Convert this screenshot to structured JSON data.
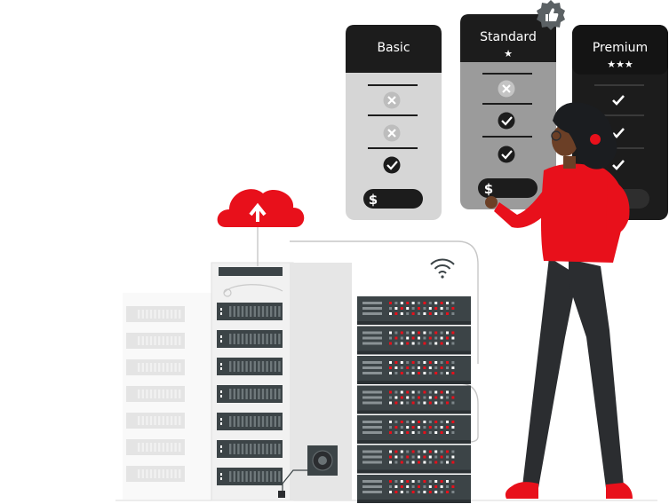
{
  "plans": [
    {
      "title": "Basic",
      "stars": "",
      "price_symbol": "$"
    },
    {
      "title": "Standard",
      "stars": "★",
      "price_symbol": "$"
    },
    {
      "title": "Premium",
      "stars": "★★★",
      "price_symbol": ""
    }
  ],
  "colors": {
    "accent": "#e8101b",
    "dark": "#2b2d30",
    "server_dark": "#3c4447",
    "led_red": "#e8101b",
    "led_white": "#ffffff",
    "card_light": "#d6d6d6",
    "card_mid": "#9b9b9b",
    "card_dark": "#1c1c1c"
  },
  "icons": [
    "cloud-upload-icon",
    "wifi-icon",
    "thumbs-up-icon",
    "check-icon",
    "cross-icon",
    "star-icon",
    "dollar-icon"
  ]
}
